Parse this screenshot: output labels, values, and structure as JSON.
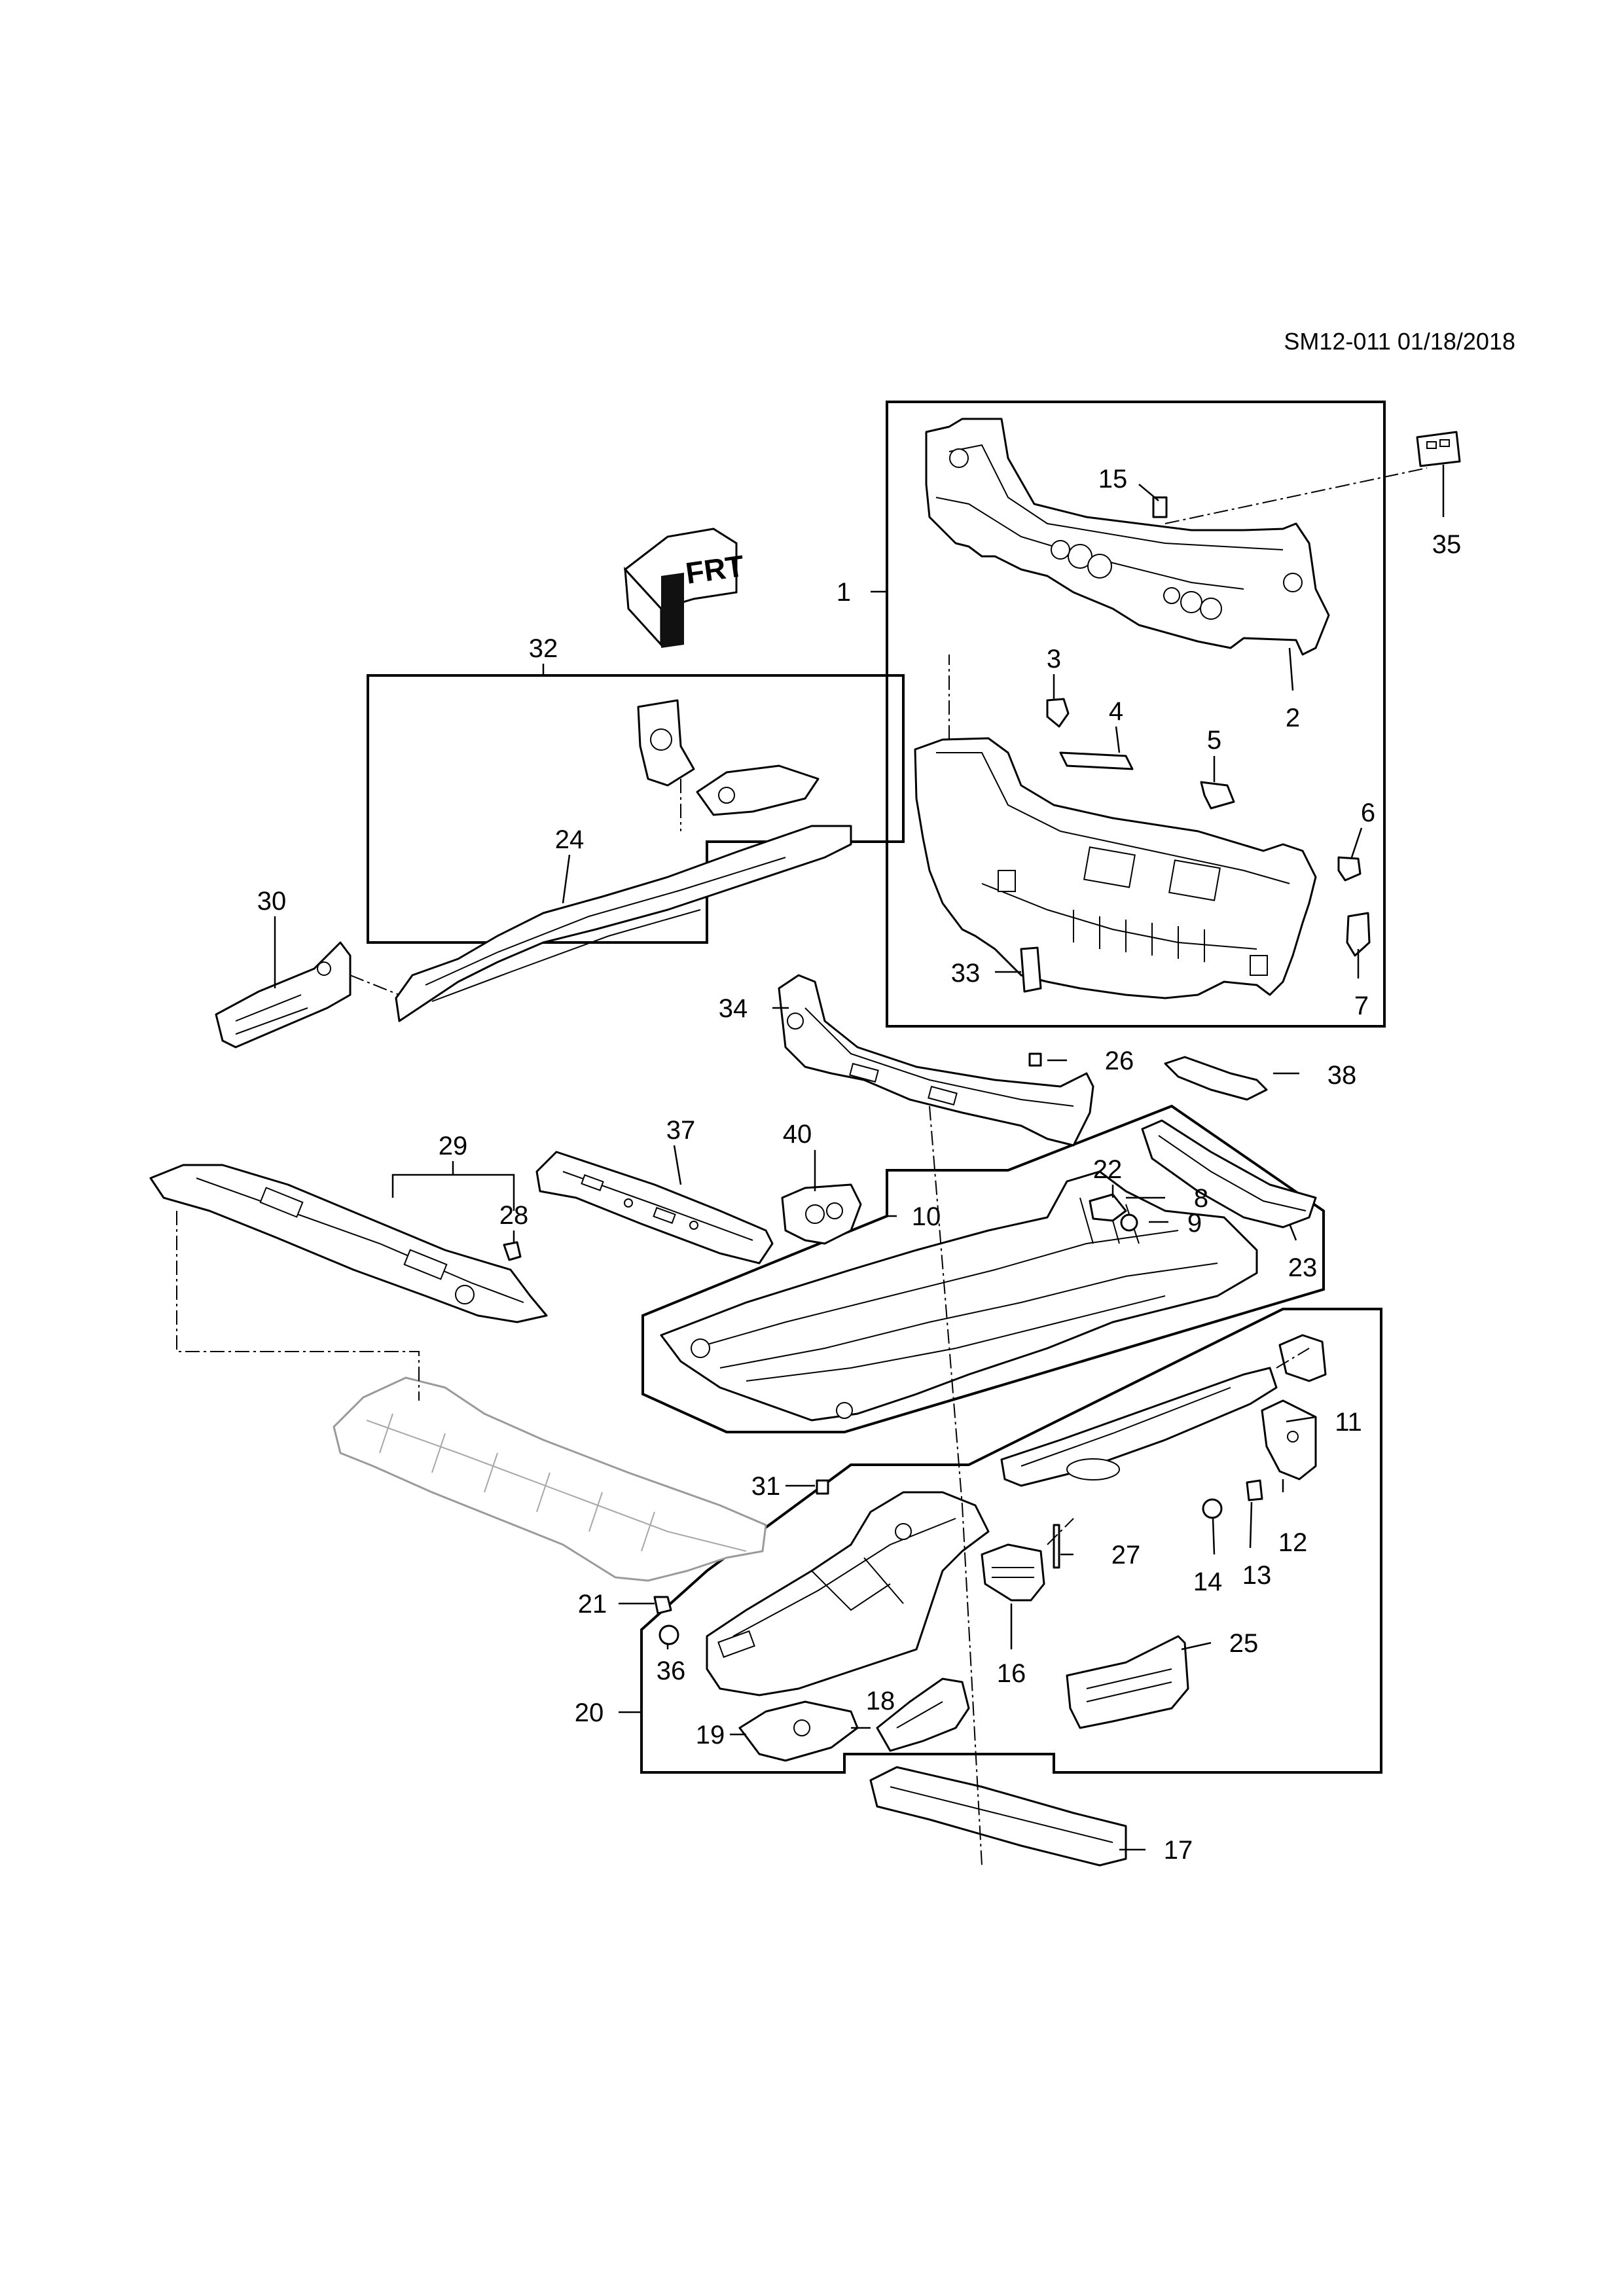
{
  "document": {
    "code": "SM12-011 01/18/2018"
  },
  "direction_arrow": {
    "label": "FRT"
  },
  "callouts": [
    {
      "id": "c1",
      "label": "1"
    },
    {
      "id": "c2",
      "label": "2"
    },
    {
      "id": "c3",
      "label": "3"
    },
    {
      "id": "c4",
      "label": "4"
    },
    {
      "id": "c5",
      "label": "5"
    },
    {
      "id": "c6",
      "label": "6"
    },
    {
      "id": "c7",
      "label": "7"
    },
    {
      "id": "c8",
      "label": "8"
    },
    {
      "id": "c9",
      "label": "9"
    },
    {
      "id": "c10",
      "label": "10"
    },
    {
      "id": "c11",
      "label": "11"
    },
    {
      "id": "c12",
      "label": "12"
    },
    {
      "id": "c13",
      "label": "13"
    },
    {
      "id": "c14",
      "label": "14"
    },
    {
      "id": "c15",
      "label": "15"
    },
    {
      "id": "c16",
      "label": "16"
    },
    {
      "id": "c17",
      "label": "17"
    },
    {
      "id": "c18",
      "label": "18"
    },
    {
      "id": "c19",
      "label": "19"
    },
    {
      "id": "c20",
      "label": "20"
    },
    {
      "id": "c21",
      "label": "21"
    },
    {
      "id": "c22",
      "label": "22"
    },
    {
      "id": "c23",
      "label": "23"
    },
    {
      "id": "c24",
      "label": "24"
    },
    {
      "id": "c25",
      "label": "25"
    },
    {
      "id": "c26",
      "label": "26"
    },
    {
      "id": "c27",
      "label": "27"
    },
    {
      "id": "c28",
      "label": "28"
    },
    {
      "id": "c29",
      "label": "29"
    },
    {
      "id": "c30",
      "label": "30"
    },
    {
      "id": "c31",
      "label": "31"
    },
    {
      "id": "c32",
      "label": "32"
    },
    {
      "id": "c33",
      "label": "33"
    },
    {
      "id": "c34",
      "label": "34"
    },
    {
      "id": "c35",
      "label": "35"
    },
    {
      "id": "c36",
      "label": "36"
    },
    {
      "id": "c37",
      "label": "37"
    },
    {
      "id": "c38",
      "label": "38"
    },
    {
      "id": "c40",
      "label": "40"
    }
  ]
}
